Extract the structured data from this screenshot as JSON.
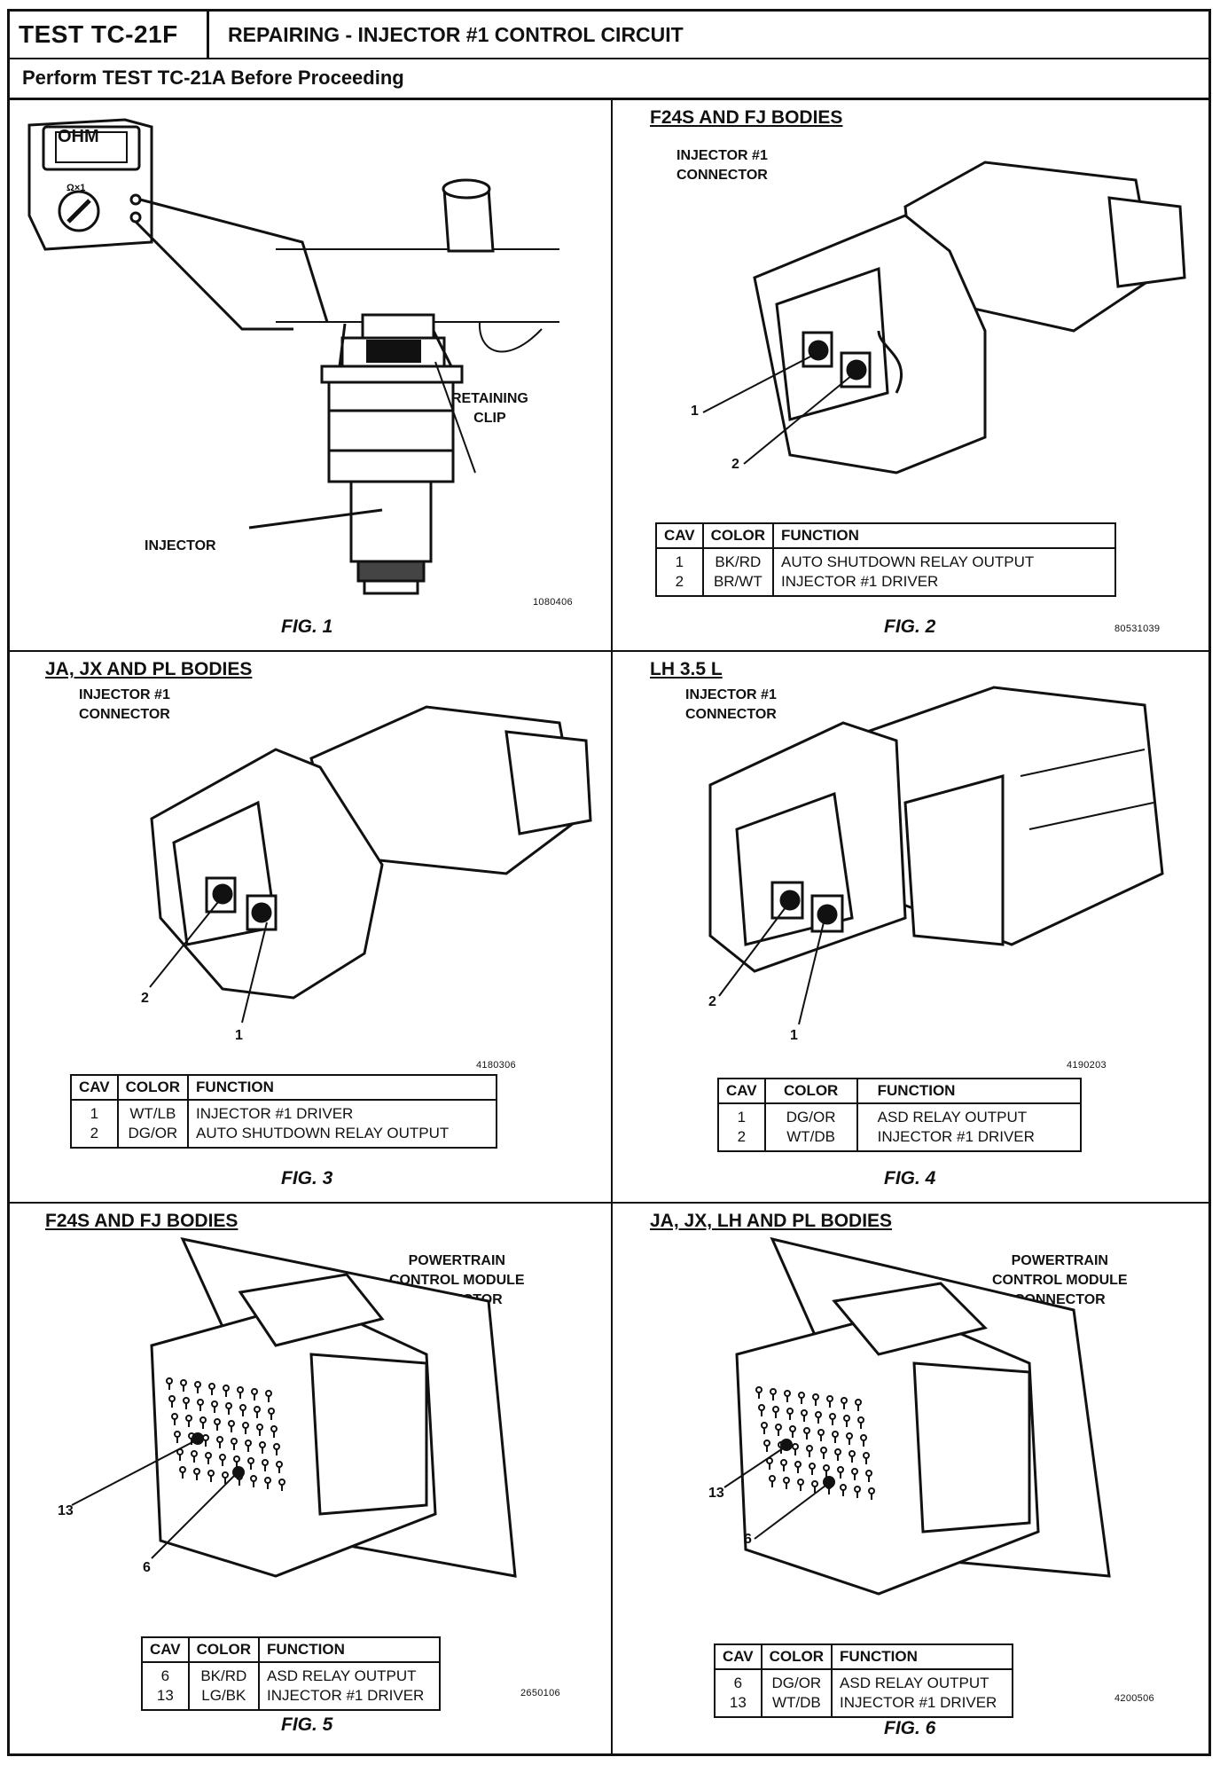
{
  "header": {
    "test_id": "TEST TC-21F",
    "title": "REPAIRING - INJECTOR #1 CONTROL CIRCUIT",
    "subtitle": "Perform TEST TC-21A Before Proceeding"
  },
  "fig1": {
    "meter_display": "OHM",
    "meter_range": "Ω×1",
    "retaining_clip_label": "RETAINING\nCLIP",
    "injector_label": "INJECTOR",
    "code": "1080406",
    "caption": "FIG. 1"
  },
  "fig2": {
    "heading": "F24S AND FJ BODIES",
    "connector_label": "INJECTOR #1\nCONNECTOR",
    "callouts": [
      "1",
      "2"
    ],
    "table": {
      "headers": [
        "CAV",
        "COLOR",
        "FUNCTION"
      ],
      "cav": [
        "1",
        "2"
      ],
      "color": [
        "BK/RD",
        "BR/WT"
      ],
      "function": [
        "AUTO SHUTDOWN RELAY OUTPUT",
        "INJECTOR #1 DRIVER"
      ]
    },
    "caption": "FIG. 2",
    "code": "80531039"
  },
  "fig3": {
    "heading": "JA, JX AND PL BODIES",
    "connector_label": "INJECTOR #1\nCONNECTOR",
    "callouts": [
      "2",
      "1"
    ],
    "code": "4180306",
    "table": {
      "headers": [
        "CAV",
        "COLOR",
        "FUNCTION"
      ],
      "cav": [
        "1",
        "2"
      ],
      "color": [
        "WT/LB",
        "DG/OR"
      ],
      "function": [
        "INJECTOR #1 DRIVER",
        "AUTO SHUTDOWN RELAY OUTPUT"
      ]
    },
    "caption": "FIG. 3"
  },
  "fig4": {
    "heading": "LH 3.5 L",
    "connector_label": "INJECTOR #1\nCONNECTOR",
    "callouts": [
      "2",
      "1"
    ],
    "code": "4190203",
    "table": {
      "headers": [
        "CAV",
        "COLOR",
        "FUNCTION"
      ],
      "cav": [
        "1",
        "2"
      ],
      "color": [
        "DG/OR",
        "WT/DB"
      ],
      "function": [
        "ASD RELAY OUTPUT",
        "INJECTOR #1 DRIVER"
      ]
    },
    "caption": "FIG. 4"
  },
  "fig5": {
    "heading": "F24S AND FJ BODIES",
    "connector_label": "POWERTRAIN\nCONTROL MODULE\nCONNECTOR",
    "callouts": [
      "13",
      "6"
    ],
    "table": {
      "headers": [
        "CAV",
        "COLOR",
        "FUNCTION"
      ],
      "cav": [
        "6",
        "13"
      ],
      "color": [
        "BK/RD",
        "LG/BK"
      ],
      "function": [
        "ASD RELAY OUTPUT",
        "INJECTOR #1 DRIVER"
      ]
    },
    "code": "2650106",
    "caption": "FIG. 5"
  },
  "fig6": {
    "heading": "JA, JX, LH AND PL BODIES",
    "connector_label": "POWERTRAIN\nCONTROL MODULE\nCONNECTOR",
    "callouts": [
      "13",
      "6"
    ],
    "table": {
      "headers": [
        "CAV",
        "COLOR",
        "FUNCTION"
      ],
      "cav": [
        "6",
        "13"
      ],
      "color": [
        "DG/OR",
        "WT/DB"
      ],
      "function": [
        "ASD RELAY OUTPUT",
        "INJECTOR #1 DRIVER"
      ]
    },
    "code": "4200506",
    "caption": "FIG. 6"
  }
}
